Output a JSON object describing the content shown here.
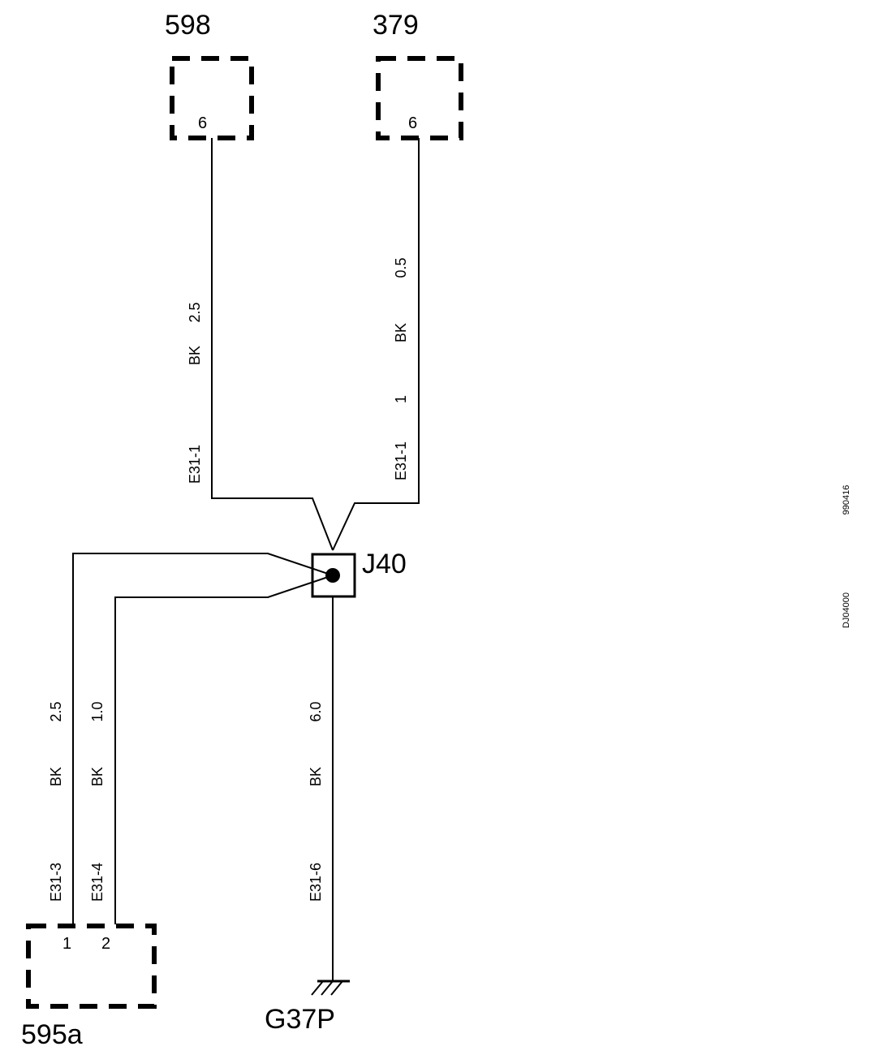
{
  "components": {
    "c598": {
      "id": "598",
      "pin": "6"
    },
    "c379": {
      "id": "379",
      "pin": "6"
    },
    "c595a": {
      "id": "595a",
      "pins": [
        "1",
        "2"
      ]
    },
    "splice": {
      "id": "J40"
    },
    "ground": {
      "id": "G37P"
    }
  },
  "wires": {
    "w598": {
      "size": "2.5",
      "color": "BK",
      "connector": "E31-1"
    },
    "w379": {
      "size": "0.5",
      "color": "BK",
      "extra": "1",
      "connector": "E31-1"
    },
    "w595_1": {
      "size": "2.5",
      "color": "BK",
      "connector": "E31-3"
    },
    "w595_2": {
      "size": "1.0",
      "color": "BK",
      "connector": "E31-4"
    },
    "wground": {
      "size": "6.0",
      "color": "BK",
      "connector": "E31-6"
    }
  },
  "margin_codes": {
    "code1": "990416",
    "code2": "DJ04000"
  }
}
